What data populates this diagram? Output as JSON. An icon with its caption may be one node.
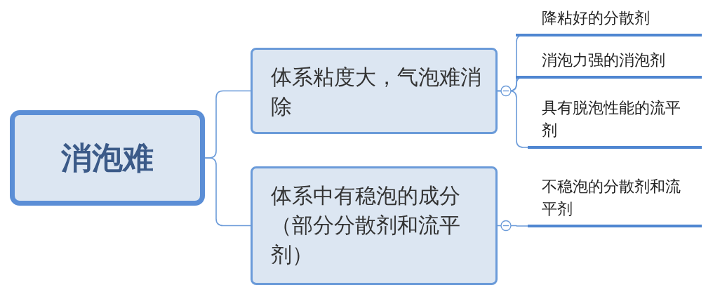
{
  "diagram": {
    "nodes": [
      {
        "text": [
          "消泡难"
        ]
      },
      {
        "text": [
          "体系粘度大，气泡难消除"
        ]
      },
      {
        "text": [
          "体系中有稳泡的成分（部分分散剂和流平剂）"
        ]
      },
      {
        "text": [
          "降粘好的分散剂"
        ]
      },
      {
        "text": [
          "消泡力强的消泡剂"
        ]
      },
      {
        "text": [
          "具有脱泡性能的流平剂"
        ]
      },
      {
        "text": [
          "不稳泡的分散剂和流平剂"
        ]
      }
    ],
    "edges": [
      {
        "from": 0,
        "to": 1,
        "arrow": "none"
      },
      {
        "from": 0,
        "to": 2,
        "arrow": "none"
      },
      {
        "from": 1,
        "to": 3,
        "arrow": "none"
      },
      {
        "from": 1,
        "to": 4,
        "arrow": "none"
      },
      {
        "from": 1,
        "to": 5,
        "arrow": "none"
      },
      {
        "from": 2,
        "to": 6,
        "arrow": "none"
      }
    ]
  }
}
